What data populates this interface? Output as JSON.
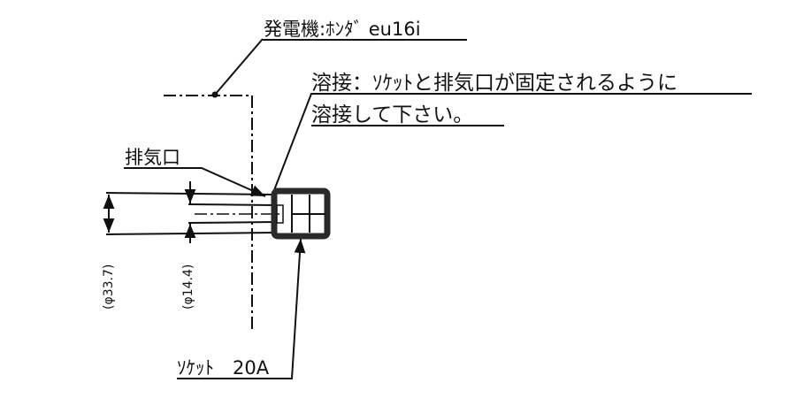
{
  "labels": {
    "generator": "発電機:ﾎﾝﾀﾞ eu16i",
    "weld_line1": "溶接：ｿｹｯﾄと排気口が固定されるように",
    "weld_line2": "溶接して下さい。",
    "exhaust": "排気口",
    "dim_outer": "(φ33.7)",
    "dim_inner": "(φ14.4)",
    "socket": "ｿｹｯﾄ　20A"
  },
  "colors": {
    "line": "#111111",
    "socket": "#2a2a2a"
  }
}
